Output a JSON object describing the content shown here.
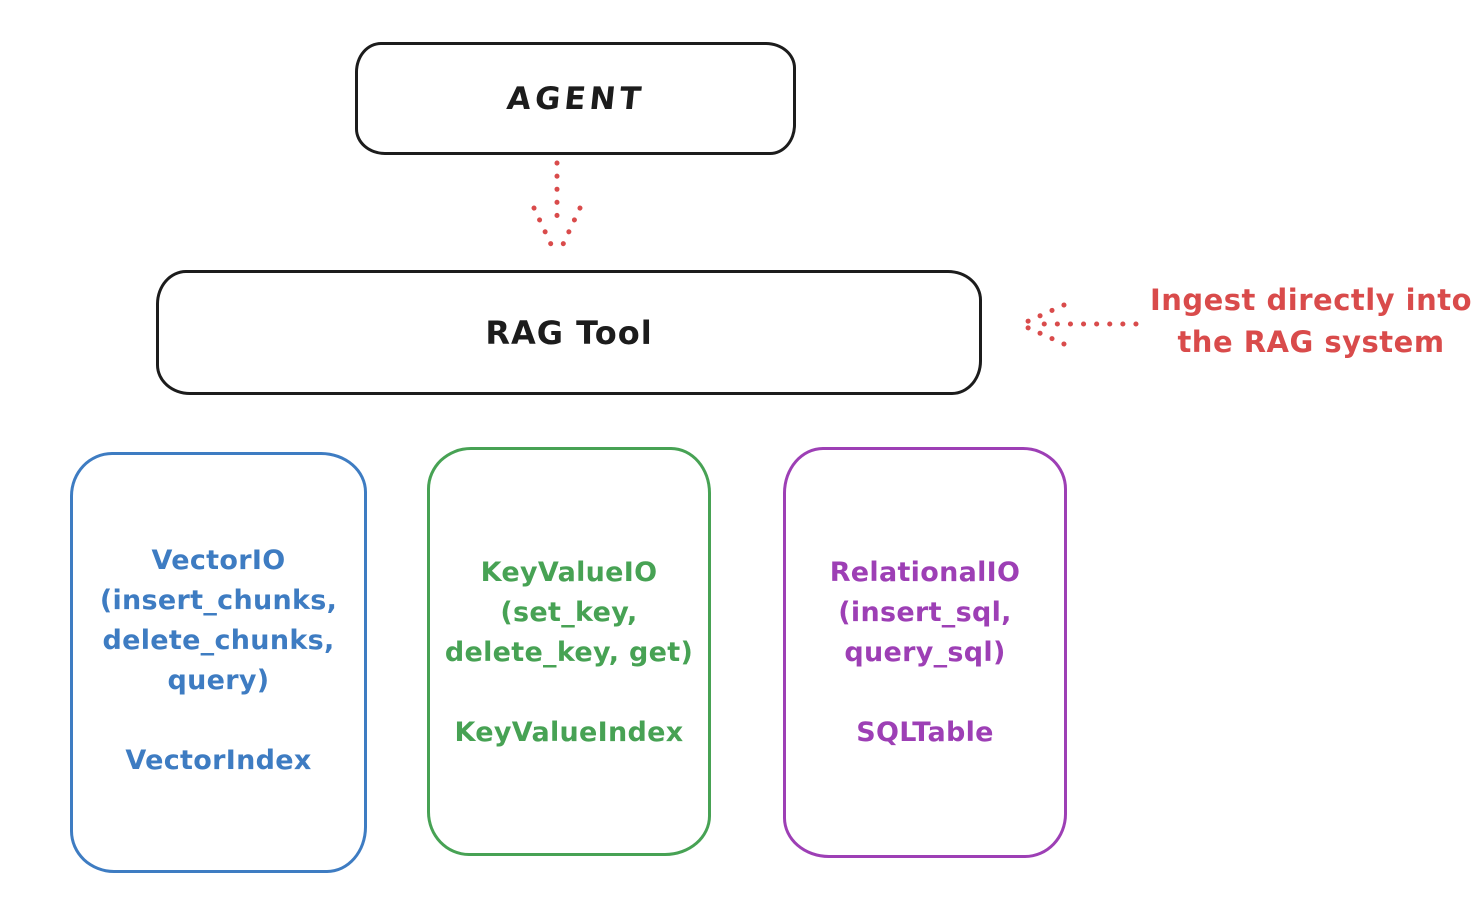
{
  "colors": {
    "ink": "#1c1c1c",
    "red": "#d94b4b",
    "blue": "#3e7cc2",
    "green": "#47a254",
    "purple": "#9d3fb5"
  },
  "agent_box": {
    "label": "AGENT"
  },
  "rag_tool_box": {
    "label": "RAG Tool"
  },
  "ingest_annotation": {
    "line1": "Ingest directly into",
    "line2": "the RAG system"
  },
  "io_boxes": [
    {
      "title": "VectorIO",
      "params": [
        "(insert_chunks,",
        "delete_chunks,",
        "query)"
      ],
      "index_label": "VectorIndex",
      "color": "#3e7cc2"
    },
    {
      "title": "KeyValueIO",
      "params": [
        "(set_key,",
        "delete_key, get)"
      ],
      "index_label": "KeyValueIndex",
      "color": "#47a254"
    },
    {
      "title": "RelationalIO",
      "params": [
        "(insert_sql,",
        "query_sql)"
      ],
      "index_label": "SQLTable",
      "color": "#9d3fb5"
    }
  ]
}
